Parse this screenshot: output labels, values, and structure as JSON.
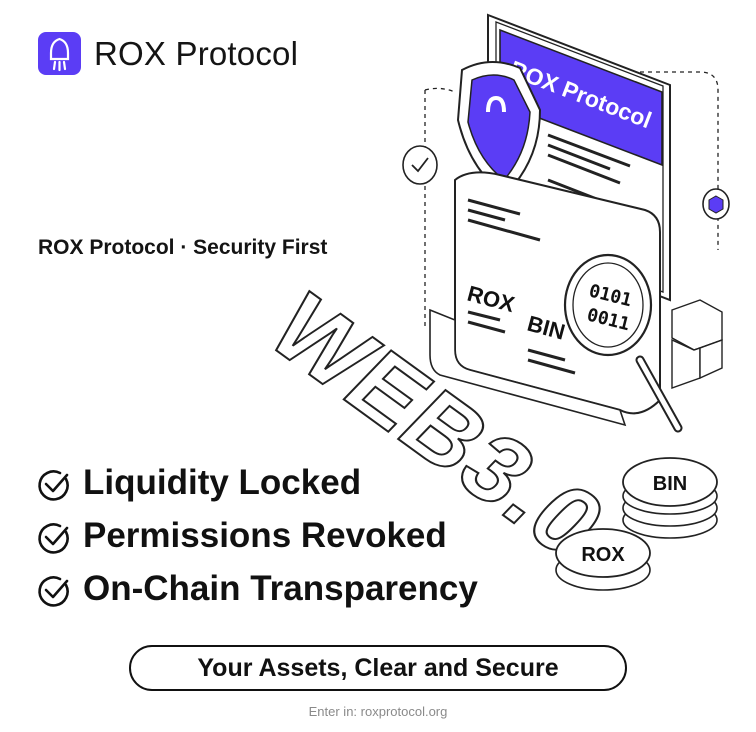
{
  "header": {
    "brand": "ROX Protocol",
    "logo_icon": "rocket-icon",
    "logo_color": "#5b3df5"
  },
  "tagline": "ROX Protocol · Security First",
  "illustration": {
    "banner": "ROX Protocol",
    "doc_label_1": "ROX",
    "doc_label_2": "BIN",
    "binary_1": "0101",
    "binary_2": "0011",
    "web_text": "WEB3.0",
    "coin_1": "BIN",
    "coin_2": "ROX",
    "accent": "#5b3df5"
  },
  "features": [
    {
      "label": "Liquidity Locked",
      "icon": "check-circle-icon"
    },
    {
      "label": "Permissions Revoked",
      "icon": "check-circle-icon"
    },
    {
      "label": "On-Chain Transparency",
      "icon": "check-circle-icon"
    }
  ],
  "cta": {
    "label": "Your Assets, Clear and Secure"
  },
  "footer": {
    "text": "Enter in: roxprotocol.org"
  }
}
